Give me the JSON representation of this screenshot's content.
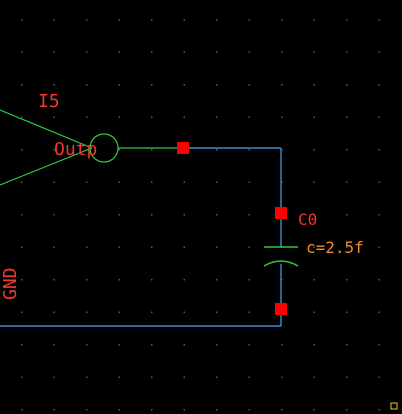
{
  "schematic": {
    "instance_label": "I5",
    "pin_label": "Outp",
    "capacitor_name": "C0",
    "capacitor_param": "c=2.5f",
    "ground_label": "GND"
  },
  "colors": {
    "background": "#000000",
    "grid_dot": "#5a5a5a",
    "gate_wire": "#2ecc40",
    "net_wire": "#4aa3f0",
    "pin_marker": "#ff0000",
    "label": "#f0382d",
    "param_label": "#f08a2d",
    "corner_marker": "#e6d200"
  }
}
